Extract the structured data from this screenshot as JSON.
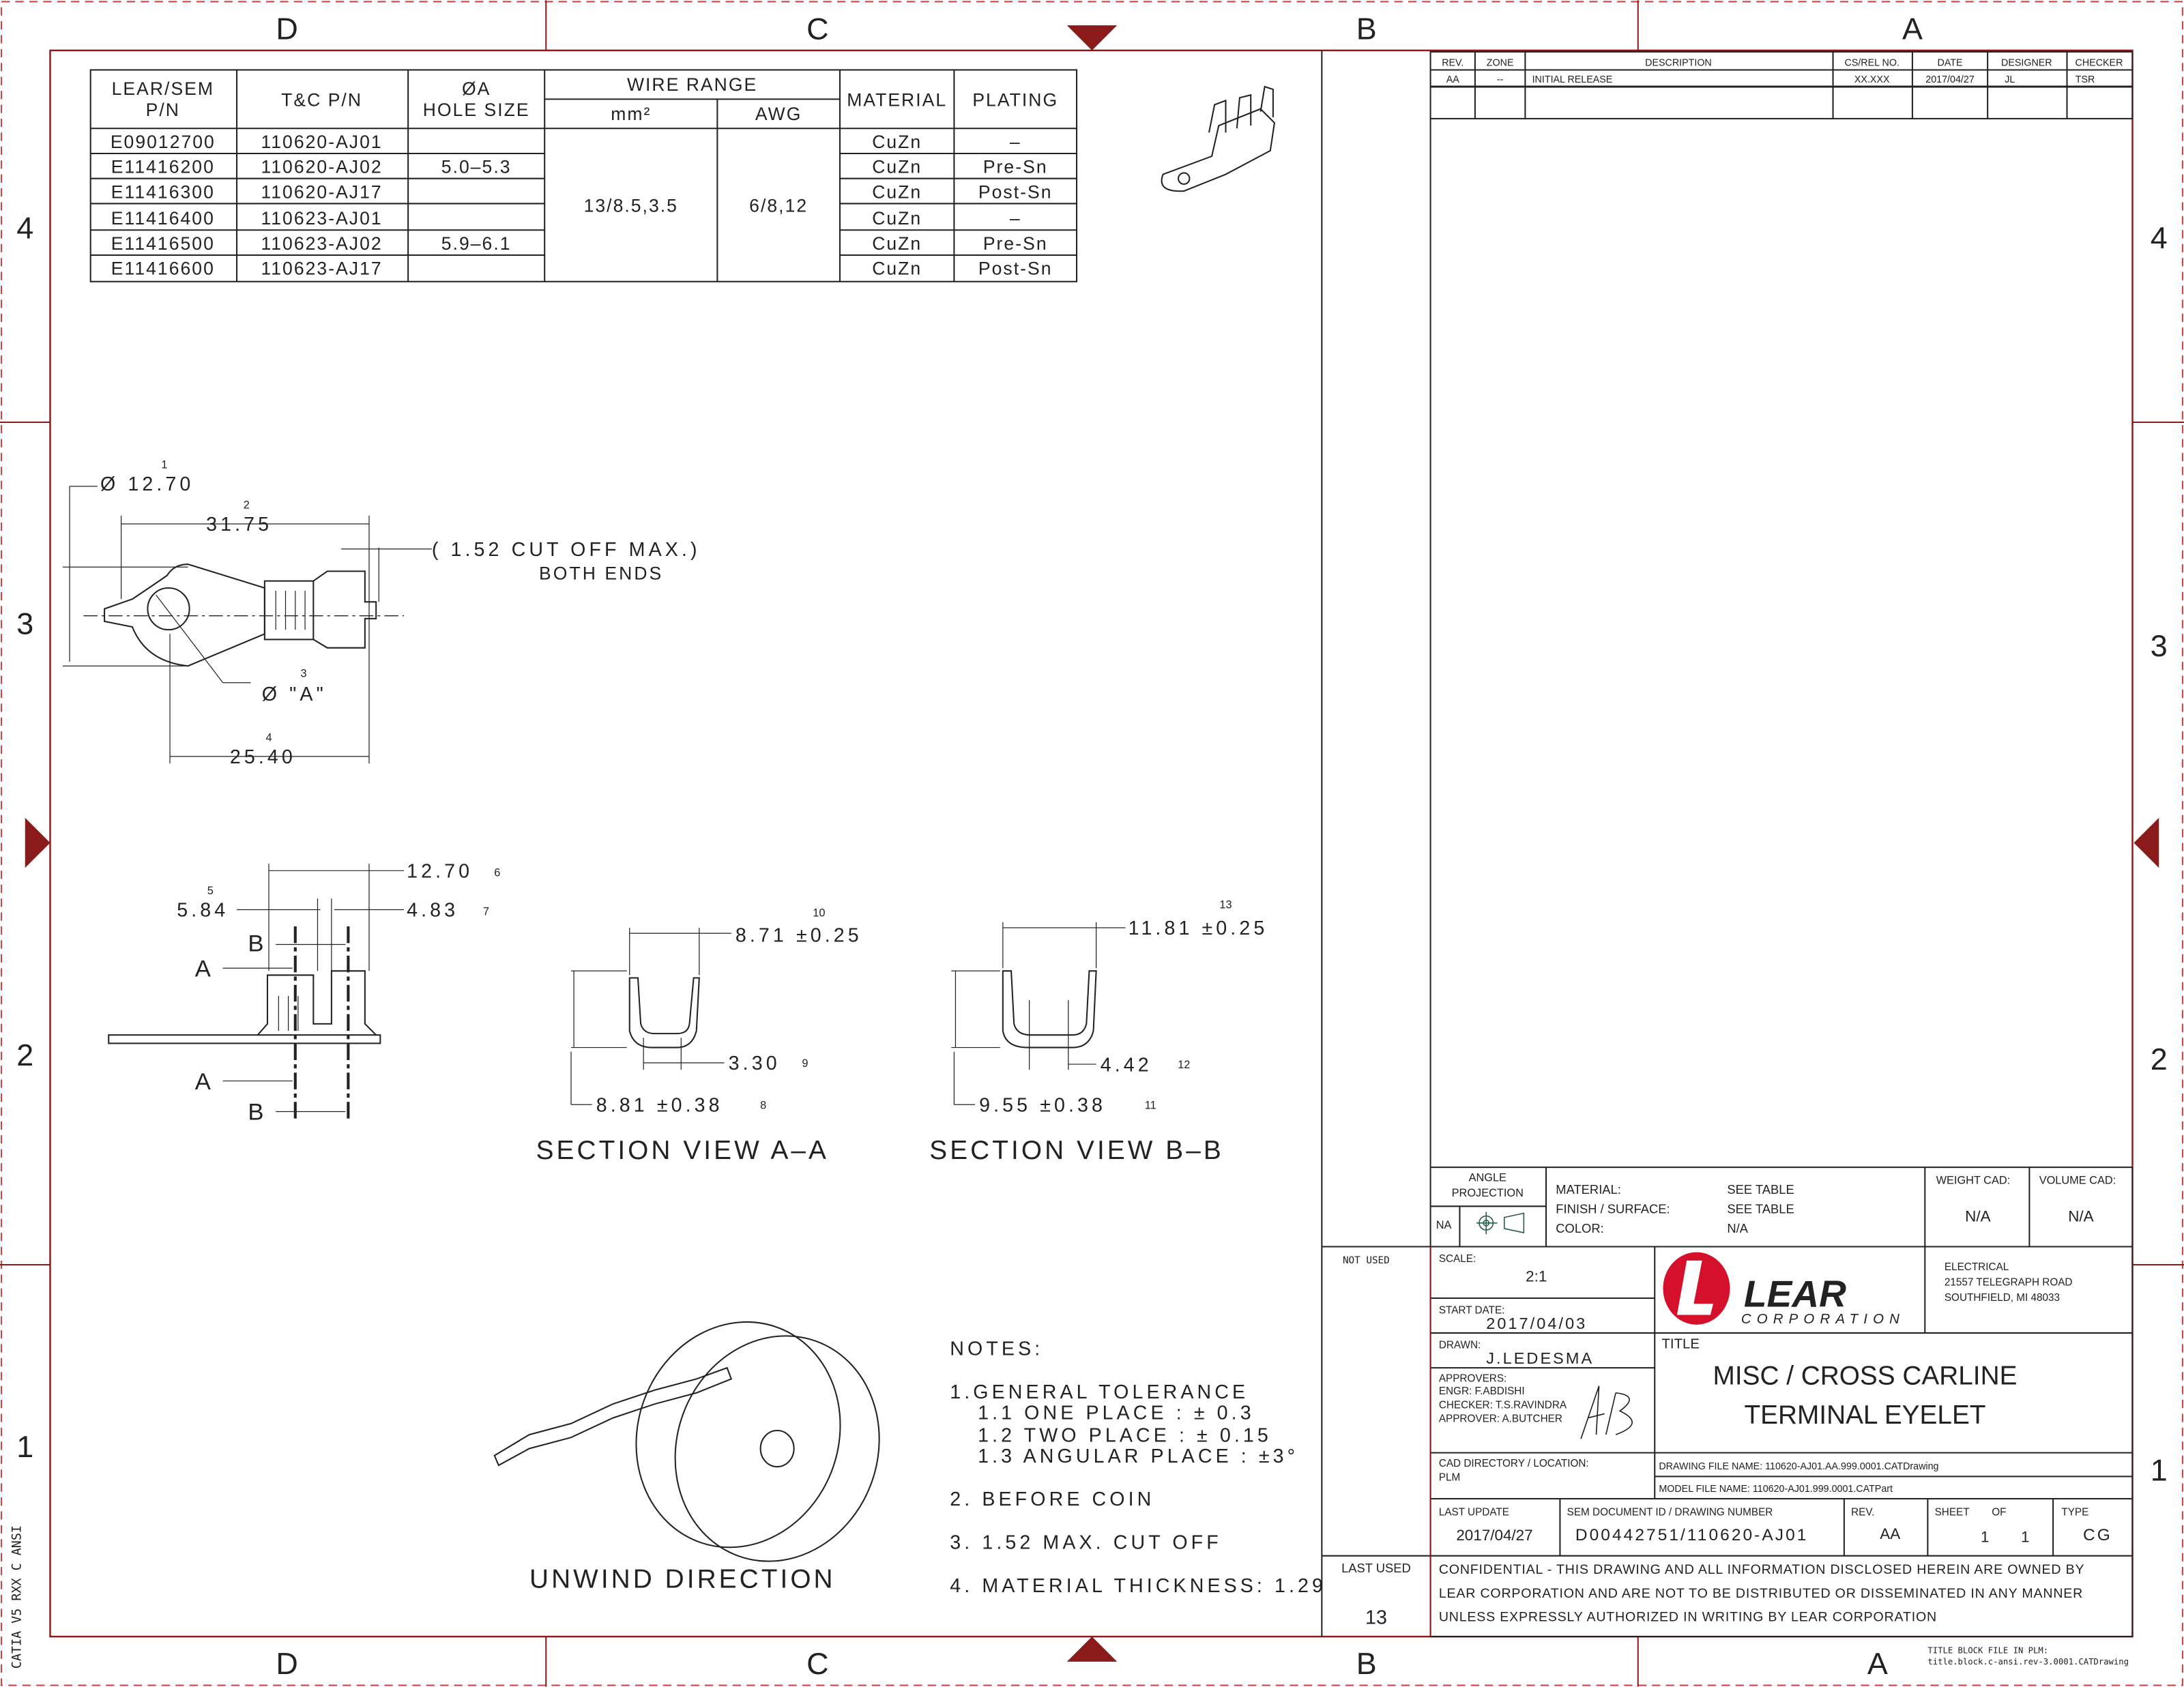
{
  "zones": {
    "columns": [
      "D",
      "C",
      "B",
      "A"
    ],
    "rows": [
      "4",
      "3",
      "2",
      "1"
    ]
  },
  "side_label": "CATIA V5 RXX C ANSI",
  "parts_table": {
    "headers": {
      "lear_pn": "LEAR/SEM",
      "lear_pn2": "P/N",
      "tc_pn": "T&C P/N",
      "hole": "ØA",
      "hole2": "HOLE SIZE",
      "wire_range": "WIRE RANGE",
      "mm2": "mm²",
      "awg": "AWG",
      "material": "MATERIAL",
      "plating": "PLATING"
    },
    "rows": [
      {
        "lear_pn": "E09012700",
        "tc_pn": "110620-AJ01",
        "material": "CuZn",
        "plating": "–"
      },
      {
        "lear_pn": "E11416200",
        "tc_pn": "110620-AJ02",
        "material": "CuZn",
        "plating": "Pre-Sn"
      },
      {
        "lear_pn": "E11416300",
        "tc_pn": "110620-AJ17",
        "material": "CuZn",
        "plating": "Post-Sn"
      },
      {
        "lear_pn": "E11416400",
        "tc_pn": "110623-AJ01",
        "material": "CuZn",
        "plating": "–"
      },
      {
        "lear_pn": "E11416500",
        "tc_pn": "110623-AJ02",
        "material": "CuZn",
        "plating": "Pre-Sn"
      },
      {
        "lear_pn": "E11416600",
        "tc_pn": "110623-AJ17",
        "material": "CuZn",
        "plating": "Post-Sn"
      }
    ],
    "hole_groups": [
      "5.0–5.3",
      "5.9–6.1"
    ],
    "wire_mm2": "13/8.5,3.5",
    "wire_awg": "6/8,12"
  },
  "dimensions": {
    "d1": "Ø 12.70",
    "b1": "1",
    "d2": "31.75",
    "b2": "2",
    "cutoff": "( 1.52 CUT OFF MAX.)",
    "cutoff2": "BOTH ENDS",
    "d3": "Ø \"A\"",
    "b3": "3",
    "d4": "25.40",
    "b4": "4",
    "d5": "5.84",
    "b5": "5",
    "d6": "12.70",
    "b6": "6",
    "d7": "4.83",
    "b7": "7",
    "d8": "8.81 ±0.38",
    "b8": "8",
    "d9": "3.30",
    "b9": "9",
    "d10": "8.71 ±0.25",
    "b10": "10",
    "d11": "9.55 ±0.38",
    "b11": "11",
    "d12": "4.42",
    "b12": "12",
    "d13": "11.81 ±0.25",
    "b13": "13",
    "sec_a": "A",
    "sec_b": "B"
  },
  "views": {
    "section_aa": "SECTION VIEW A–A",
    "section_bb": "SECTION VIEW B–B",
    "unwind": "UNWIND DIRECTION"
  },
  "notes": {
    "title": "NOTES:",
    "n1": "1.GENERAL TOLERANCE",
    "n1_1": "1.1 ONE PLACE : ± 0.3",
    "n1_2": "1.2 TWO PLACE : ± 0.15",
    "n1_3": "1.3 ANGULAR PLACE : ±3°",
    "n2": "2. BEFORE COIN",
    "n3": "3. 1.52 MAX. CUT OFF",
    "n4": "4. MATERIAL THICKNESS: 1.29"
  },
  "revision": {
    "headers": [
      "REV.",
      "ZONE",
      "DESCRIPTION",
      "CS/REL NO.",
      "DATE",
      "DESIGNER",
      "CHECKER"
    ],
    "row": [
      "AA",
      "--",
      "INITIAL RELEASE",
      "XX.XXX",
      "2017/04/27",
      "JL",
      "TSR"
    ]
  },
  "title_block": {
    "angle_projection": "ANGLE",
    "angle_projection2": "PROJECTION",
    "na": "NA",
    "material_label": "MATERIAL:",
    "material": "SEE TABLE",
    "finish_label": "FINISH / SURFACE:",
    "finish": "SEE TABLE",
    "color_label": "COLOR:",
    "color": "N/A",
    "weight_label": "WEIGHT CAD:",
    "weight": "N/A",
    "volume_label": "VOLUME CAD:",
    "volume": "N/A",
    "not_used": "NOT USED",
    "scale_label": "SCALE:",
    "scale": "2:1",
    "start_label": "START DATE:",
    "start": "2017/04/03",
    "drawn_label": "DRAWN:",
    "drawn": "J.LEDESMA",
    "approvers": "APPROVERS:",
    "engr": "ENGR: F.ABDISHI",
    "checker": "CHECKER: T.S.RAVINDRA",
    "approver": "APPROVER: A.BUTCHER",
    "logo": "LEAR",
    "logo_sub": "CORPORATION",
    "dept": "ELECTRICAL",
    "address1": "21557 TELEGRAPH ROAD",
    "address2": "SOUTHFIELD, MI  48033",
    "title_label": "TITLE",
    "title1": "MISC / CROSS CARLINE",
    "title2": "TERMINAL EYELET",
    "cad_label": "CAD DIRECTORY / LOCATION:",
    "cad": "PLM",
    "drawing_file": "DRAWING FILE NAME: 110620-AJ01.AA.999.0001.CATDrawing",
    "model_file": "MODEL FILE NAME: 110620-AJ01.999.0001.CATPart",
    "last_update_label": "LAST UPDATE",
    "last_update": "2017/04/27",
    "docid_label": "SEM DOCUMENT ID / DRAWING NUMBER",
    "docid": "D00442751/110620-AJ01",
    "rev_label": "REV.",
    "rev": "AA",
    "sheet_label": "SHEET",
    "of_label": "OF",
    "sheet": "1",
    "of": "1",
    "type_label": "TYPE",
    "type": "CG",
    "last_used_label": "LAST USED",
    "last_used": "13",
    "conf1": "CONFIDENTIAL - THIS DRAWING AND ALL INFORMATION DISCLOSED HEREIN ARE OWNED BY",
    "conf2": "LEAR CORPORATION AND ARE NOT TO BE DISTRIBUTED OR DISSEMINATED IN ANY MANNER",
    "conf3": "UNLESS EXPRESSLY AUTHORIZED IN WRITING BY LEAR CORPORATION",
    "tb_file1": "TITLE BLOCK FILE IN PLM:",
    "tb_file2": "title.block.c-ansi.rev-3.0001.CATDrawing"
  },
  "colors": {
    "frame": "#8b1a1a",
    "logo_red": "#d5102b"
  }
}
